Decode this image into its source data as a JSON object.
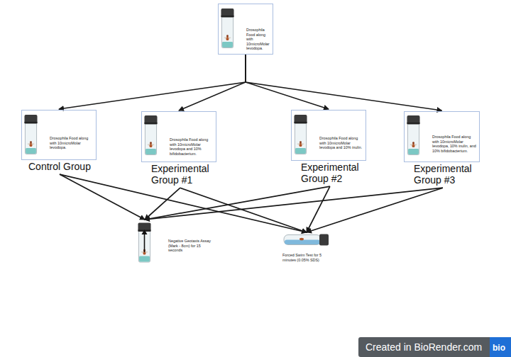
{
  "diagram": {
    "nodes": [
      {
        "text": [
          "Drosophila Food along with 10microMolar levodopa."
        ]
      },
      {
        "text": [
          "Drosophila Food along with 10microMolar levodopa.",
          "Control Group"
        ]
      },
      {
        "text": [
          "Drosophila Food along with 10microMolar levodopa and 10% bifidobacterium.",
          "Experimental Group #1"
        ]
      },
      {
        "text": [
          "Drosophila Food along with 10microMolar levodopa and 10% inulin.",
          "Experimental Group #2"
        ]
      },
      {
        "text": [
          "Drosophila Food along with 10microMolar levodopa, 10% inulin, and 10% bifidobacterium.",
          "Experimental Group #3"
        ]
      },
      {
        "text": [
          "Negative Geotaxis Assay (Mark - 8cm) for 15 seconds"
        ]
      },
      {
        "text": [
          "Forced Swim Test for 5 minutes (0.05% SDS)"
        ]
      }
    ],
    "edges": [
      {
        "from": 0,
        "to": 1,
        "arrow": "to"
      },
      {
        "from": 0,
        "to": 2,
        "arrow": "to"
      },
      {
        "from": 0,
        "to": 3,
        "arrow": "to"
      },
      {
        "from": 0,
        "to": 4,
        "arrow": "to"
      },
      {
        "from": 1,
        "to": 5,
        "arrow": "to"
      },
      {
        "from": 1,
        "to": 6,
        "arrow": "to"
      },
      {
        "from": 2,
        "to": 5,
        "arrow": "to"
      },
      {
        "from": 2,
        "to": 6,
        "arrow": "to"
      },
      {
        "from": 3,
        "to": 5,
        "arrow": "to"
      },
      {
        "from": 3,
        "to": 6,
        "arrow": "to"
      },
      {
        "from": 4,
        "to": 5,
        "arrow": "to"
      },
      {
        "from": 4,
        "to": 6,
        "arrow": "to"
      }
    ],
    "labels": [
      "Created in BioRender.com",
      "bio"
    ]
  }
}
